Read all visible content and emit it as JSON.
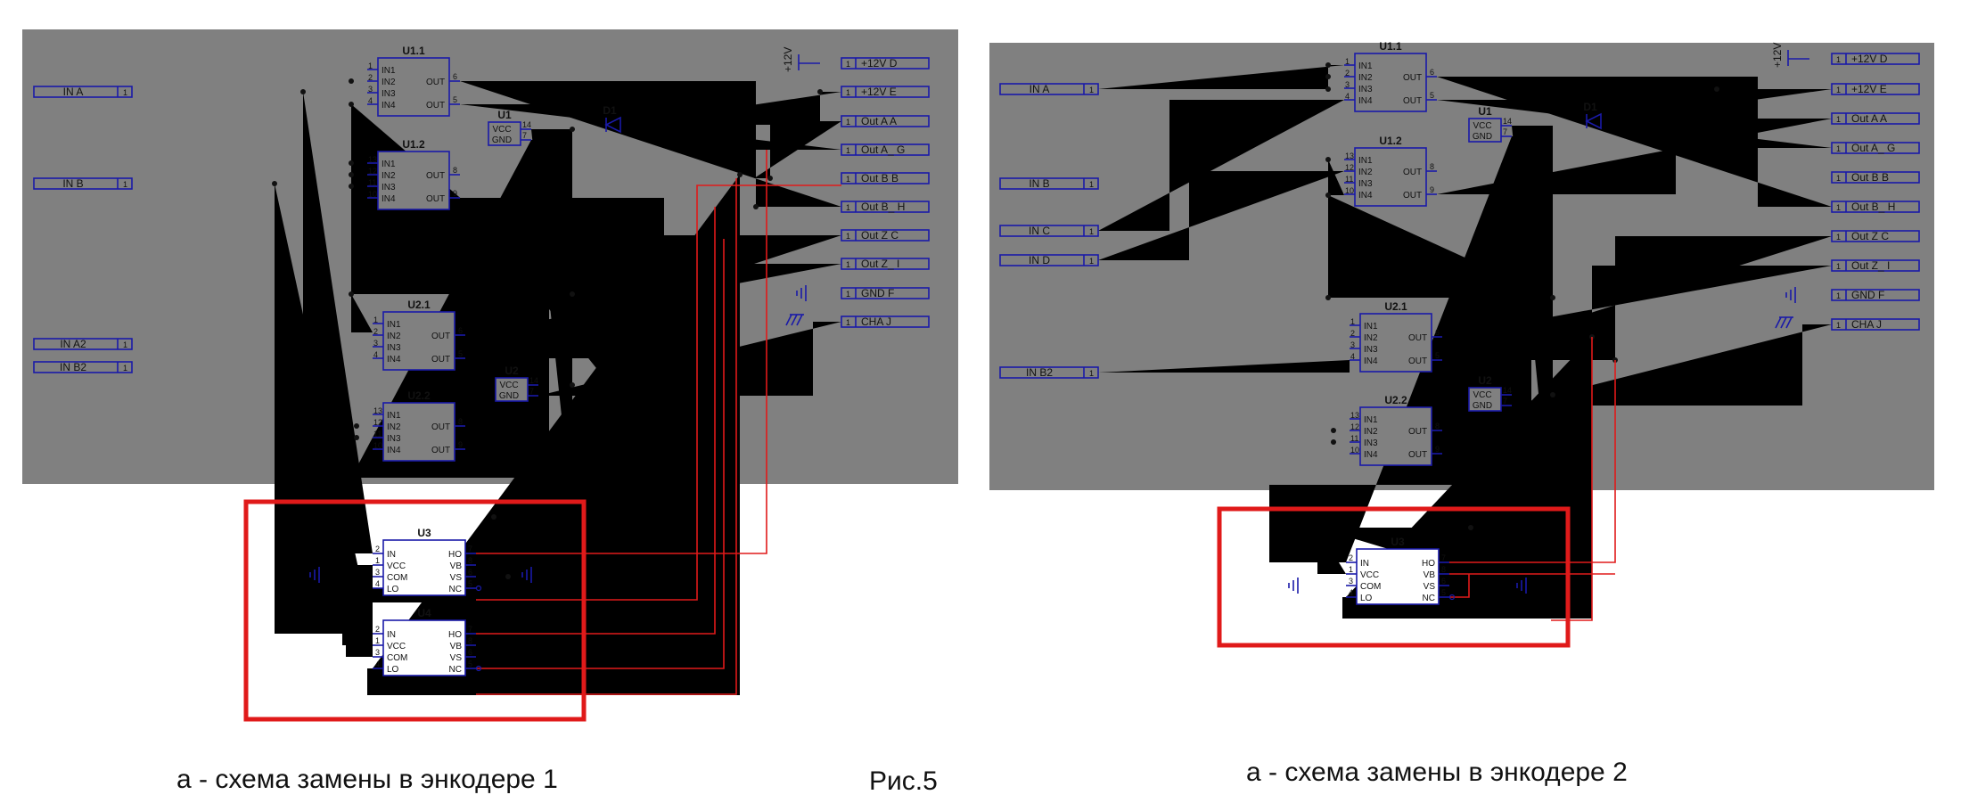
{
  "captions": {
    "left": "а - схема замены в энкодере 1",
    "center": "Рис.5",
    "right": "а - схема замены в энкодере 2"
  },
  "left_inputs": [
    "IN A",
    "IN B",
    "IN A2",
    "IN B2"
  ],
  "right_inputs": [
    "IN A",
    "IN B",
    "IN C",
    "IN D",
    "IN B2"
  ],
  "outputs": [
    "+12V  D",
    "+12V  E",
    "Out A  A",
    "Out A_  G",
    "Out B  B",
    "Out B_  H",
    "Out Z  C",
    "Out Z_  I",
    "GND  F",
    "CHA  J"
  ],
  "supply_label": "+12V",
  "port_num": "1",
  "chips": {
    "u11": "U1.1",
    "u12": "U1.2",
    "u21": "U2.1",
    "u22": "U2.2",
    "u1": "U1",
    "u2": "U2",
    "u3": "U3",
    "u4": "U4",
    "d1": "D1"
  },
  "logic_pins": [
    "IN1",
    "IN2",
    "IN3",
    "IN4"
  ],
  "out_pin": "OUT",
  "power_pins": [
    "VCC",
    "GND"
  ],
  "driver_left_pins": [
    "IN",
    "VCC",
    "COM",
    "LO"
  ],
  "driver_right_pins": [
    "HO",
    "VB",
    "VS",
    "NC"
  ],
  "colors": {
    "panel": "#808080",
    "wire": "#1e1e1e",
    "symbol": "#1a1aa8",
    "highlight": "#e01a1a"
  }
}
